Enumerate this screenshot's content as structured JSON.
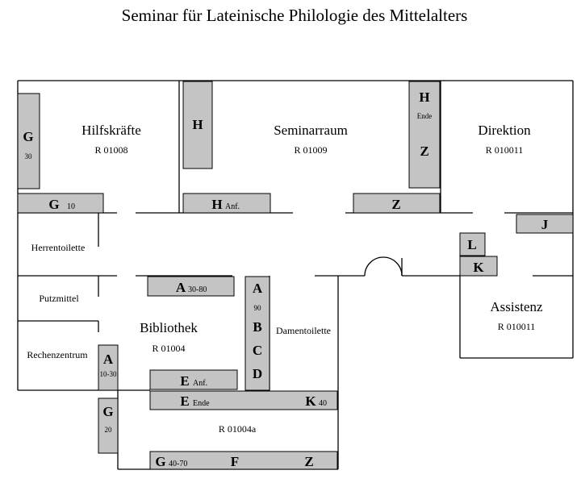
{
  "title": "Seminar für Lateinische Philologie des Mittelalters",
  "rooms": {
    "hilfskraefte": {
      "name": "Hilfskräfte",
      "number": "R 01008"
    },
    "seminarraum": {
      "name": "Seminarraum",
      "number": "R 01009"
    },
    "direktion": {
      "name": "Direktion",
      "number": "R 010011"
    },
    "assistenz": {
      "name": "Assistenz",
      "number": "R 010011"
    },
    "bibliothek": {
      "name": "Bibliothek",
      "number": "R 01004"
    },
    "bibliothek_a": {
      "number": "R 01004a"
    },
    "herrentoilette": {
      "name": "Herrentoilette"
    },
    "putzmittel": {
      "name": "Putzmittel"
    },
    "rechenzentrum": {
      "name": "Rechenzentrum"
    },
    "damentoilette": {
      "name": "Damentoilette"
    }
  },
  "shelves": {
    "g30": {
      "letter": "G",
      "sub": "30"
    },
    "g10": {
      "letter": "G",
      "sub": "10"
    },
    "h_top": {
      "letter": "H"
    },
    "h_anf": {
      "letter": "H",
      "sub": "Anf."
    },
    "hz_vertical": {
      "letter_top": "H",
      "sub": "Ende",
      "letter_bottom": "Z"
    },
    "z_seminar": {
      "letter": "Z"
    },
    "j": {
      "letter": "J"
    },
    "l": {
      "letter": "L"
    },
    "k": {
      "letter": "K"
    },
    "a_30_80": {
      "letter": "A",
      "sub": "30-80"
    },
    "a_bcd": {
      "letter_a": "A",
      "sub": "90",
      "letter_b": "B",
      "letter_c": "C",
      "letter_d": "D"
    },
    "a_10_30": {
      "letter": "A",
      "sub": "10-30"
    },
    "e_anf": {
      "letter": "E",
      "sub": "Anf."
    },
    "e_ende_k40": {
      "letter_e": "E",
      "sub_e": "Ende",
      "letter_k": "K",
      "sub_k": "40"
    },
    "g20": {
      "letter": "G",
      "sub": "20"
    },
    "gfz": {
      "letter_g": "G",
      "sub_g": "40-70",
      "letter_f": "F",
      "letter_z": "Z"
    }
  }
}
